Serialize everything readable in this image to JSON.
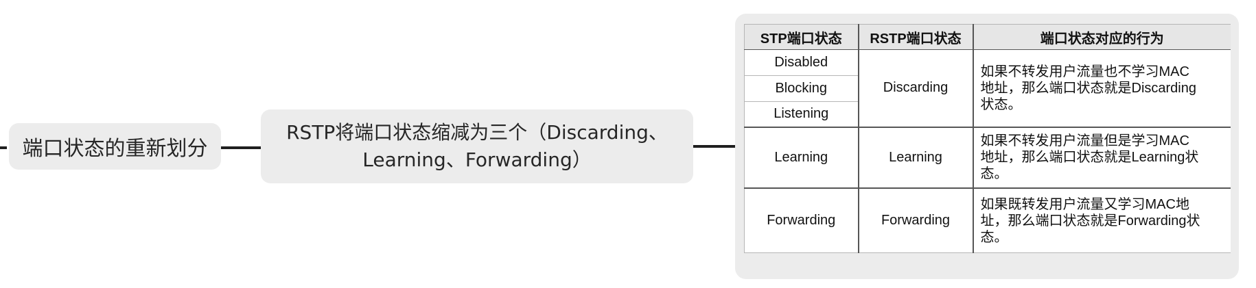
{
  "mindmap": {
    "partial_top_nodes": [
      "",
      ""
    ],
    "node_partition": "端口状态的重新划分",
    "node_rstp_reduce": {
      "line1": "RSTP将端口状态缩减为三个（Discarding、",
      "line2": "Learning、Forwarding）"
    }
  },
  "table": {
    "headers": [
      "STP端口状态",
      "RSTP端口状态",
      "端口状态对应的行为"
    ],
    "groups": [
      {
        "stp_states": [
          "Disabled",
          "Blocking",
          "Listening"
        ],
        "rstp_state": "Discarding",
        "behavior": [
          "如果不转发用户流量也不学习MAC",
          "地址，那么端口状态就是Discarding",
          "状态。"
        ]
      },
      {
        "stp_states": [
          "Learning"
        ],
        "rstp_state": "Learning",
        "behavior": [
          "如果不转发用户流量但是学习MAC",
          "地址，那么端口状态就是Learning状",
          "态。"
        ]
      },
      {
        "stp_states": [
          "Forwarding"
        ],
        "rstp_state": "Forwarding",
        "behavior": [
          "如果既转发用户流量又学习MAC地",
          "址，那么端口状态就是Forwarding状",
          "态。"
        ]
      }
    ]
  },
  "colors": {
    "node_fill": "#ececec",
    "connector": "#1f1f1f",
    "table_header_fill": "#e6e6e6"
  }
}
